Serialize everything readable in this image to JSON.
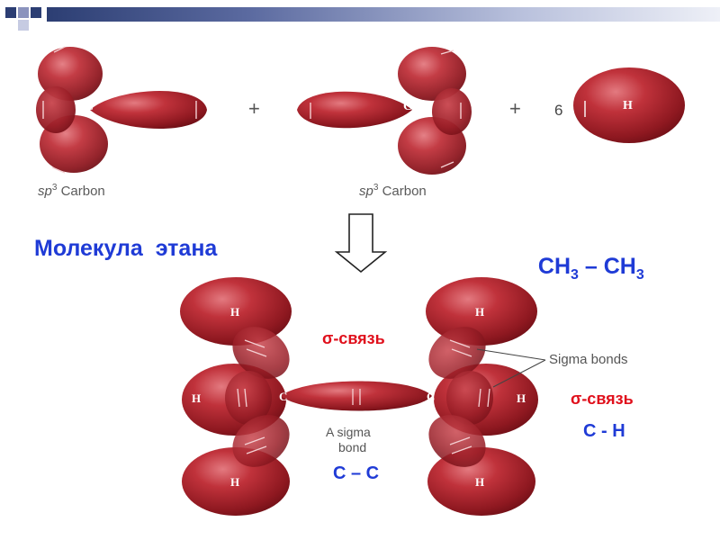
{
  "top_diagram": {
    "carbon_left": "C",
    "carbon_right": "C",
    "hydrogen": "H",
    "plus_1": "+",
    "plus_2": "+",
    "hydrogen_count": "6",
    "caption_left_prefix": "sp",
    "caption_left_sup": "3",
    "caption_left_suffix": " Carbon",
    "caption_right_prefix": "sp",
    "caption_right_sup": "3",
    "caption_right_suffix": " Carbon"
  },
  "title_ru": "Молекула  этана",
  "formula": {
    "left": "CH",
    "left_sub": "3",
    "dash": " – ",
    "right": "CH",
    "right_sub": "3"
  },
  "ethane": {
    "atoms": {
      "h_top_left": "H",
      "h_mid_left": "H",
      "h_bot_left": "H",
      "h_top_right": "H",
      "h_mid_right": "H",
      "h_bot_right": "H",
      "c_left": "C",
      "c_right": "C"
    },
    "sigma_bonds_label": "Sigma bonds",
    "a_sigma_bond_line1": "A sigma",
    "a_sigma_bond_line2": "bond",
    "sigma_cc_ru": "σ-связь",
    "sigma_ch_ru": "σ-связь",
    "cc_label": "С – С",
    "ch_label": "С - Н"
  },
  "colors": {
    "orbital": "#b3262f",
    "russian_blue": "#1f3bd6",
    "russian_red": "#e0101c"
  }
}
